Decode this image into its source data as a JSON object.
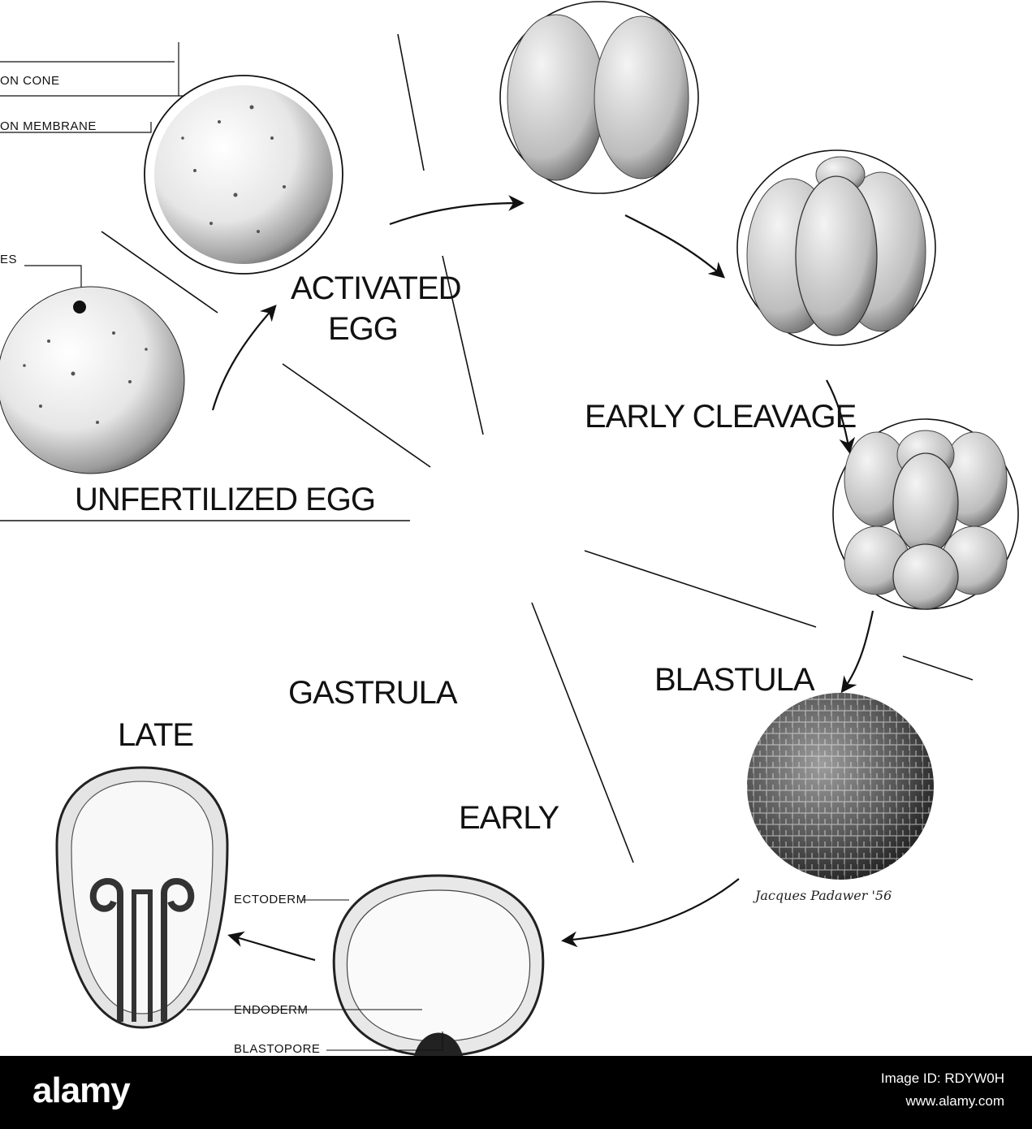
{
  "figure": {
    "labels": {
      "fertilization_cone": "ON CONE",
      "fertilization_membrane": "ON MEMBRANE",
      "granules": "ES",
      "activated_egg_line1": "ACTIVATED",
      "activated_egg_line2": "EGG",
      "unfertilized_egg": "UNFERTILIZED EGG",
      "early_cleavage": "EARLY CLEAVAGE",
      "blastula": "BLASTULA",
      "gastrula": "GASTRULA",
      "late": "LATE",
      "early": "EARLY",
      "ectoderm": "ECTODERM",
      "endoderm": "ENDODERM",
      "blastopore": "BLASTOPORE"
    },
    "signature": "Jacques Padawer '56"
  },
  "footer": {
    "brand": "alamy",
    "image_id": "Image ID: RDYW0H",
    "image_url": "www.alamy.com"
  }
}
